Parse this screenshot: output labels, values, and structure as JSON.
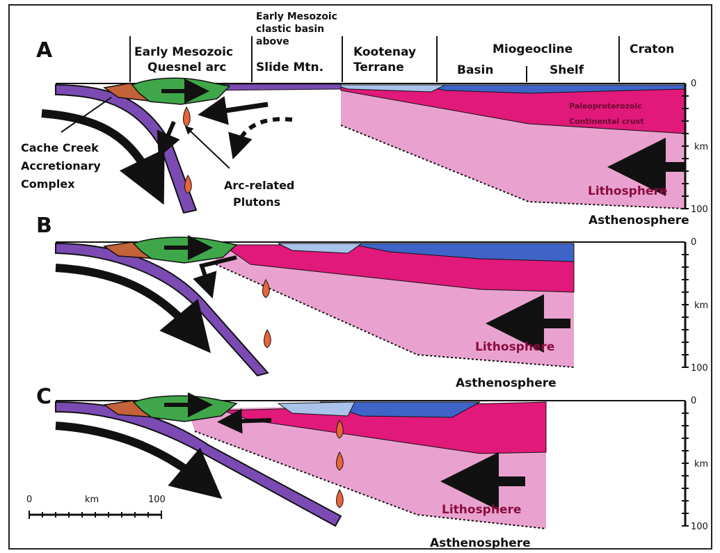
{
  "panels": [
    "A",
    "B",
    "C"
  ],
  "headers": {
    "quesnel_1": "Early Mesozoic",
    "quesnel_2": "Quesnel arc",
    "clastic_1": "Early Mesozoic",
    "clastic_2": "clastic basin",
    "clastic_3": "above",
    "clastic_4": "Slide Mtn.",
    "kootenay_1": "Kootenay",
    "kootenay_2": "Terrane",
    "miogeocline": "Miogeocline",
    "basin": "Basin",
    "shelf": "Shelf",
    "craton": "Craton"
  },
  "labels": {
    "cache_1": "Cache Creek",
    "cache_2": "Accretionary",
    "cache_3": "Complex",
    "plutons_1": "Arc-related",
    "plutons_2": "Plutons",
    "crust_1": "Paleoproterozoic",
    "crust_2": "Continental crust",
    "lithosphere": "Lithosphere",
    "asthenosphere": "Asthenosphere"
  },
  "depth_scale": {
    "top": "0",
    "unit": "km",
    "bottom": "100"
  },
  "horizontal_scale": {
    "left": "0",
    "unit": "km",
    "right": "100"
  },
  "colors": {
    "arc_green": "#3fa64a",
    "accretionary_brown": "#c4623a",
    "slab_purple": "#7b4bb3",
    "crust_magenta": "#e0197a",
    "lithosphere_pink": "#e9a2cf",
    "basin_blue": "#3e64c8",
    "terrane_lightblue": "#a9c3ea",
    "pluton_orange": "#e8643a"
  }
}
